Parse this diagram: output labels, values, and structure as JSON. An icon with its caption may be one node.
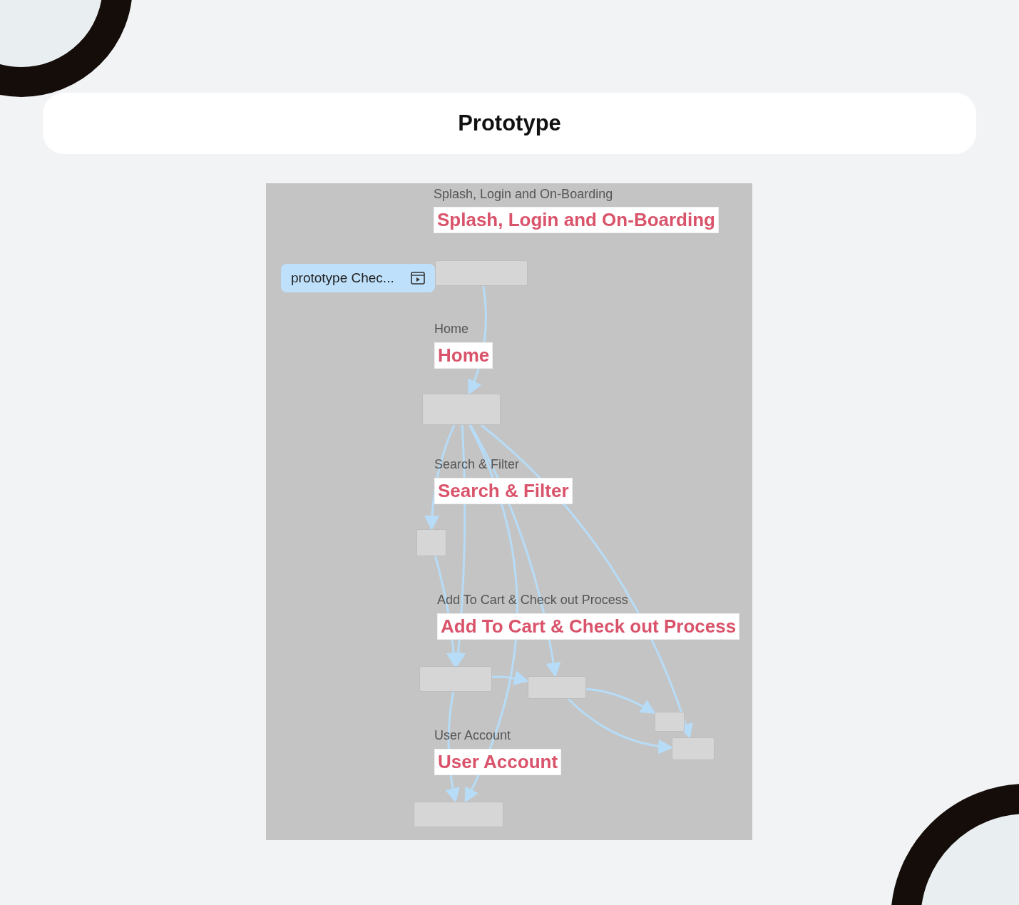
{
  "diagram": {
    "title": "Prototype",
    "nodes": [
      {
        "text": [
          "prototype Chec..."
        ]
      },
      {
        "text": [],
        "shape": "box"
      },
      {
        "text": [],
        "shape": "box"
      },
      {
        "text": [],
        "shape": "box"
      },
      {
        "text": [],
        "shape": "box"
      },
      {
        "text": [],
        "shape": "box"
      },
      {
        "text": [],
        "shape": "box"
      },
      {
        "text": [],
        "shape": "box"
      },
      {
        "text": [],
        "shape": "box"
      }
    ],
    "edges": [
      {
        "from": 1,
        "to": 2,
        "arrow": "to"
      },
      {
        "from": 2,
        "to": 3,
        "arrow": "to"
      },
      {
        "from": 2,
        "to": 4,
        "arrow": "to"
      },
      {
        "from": 2,
        "to": 5,
        "arrow": "to"
      },
      {
        "from": 2,
        "to": 7,
        "arrow": "to"
      },
      {
        "from": 3,
        "to": 4,
        "arrow": "to"
      },
      {
        "from": 4,
        "to": 5,
        "arrow": "to"
      },
      {
        "from": 5,
        "to": 6,
        "arrow": "to"
      },
      {
        "from": 5,
        "to": 7,
        "arrow": "to"
      },
      {
        "from": 4,
        "to": 8,
        "arrow": "to"
      },
      {
        "from": 2,
        "to": 8,
        "arrow": "to"
      }
    ],
    "labels": [
      "Splash, Login and On-Boarding",
      "Splash, Login and On-Boarding",
      "Home",
      "Home",
      "Search & Filter",
      "Search & Filter",
      "Add To Cart & Check out Process",
      "Add To Cart & Check out Process",
      "User Account",
      "User Account"
    ]
  }
}
